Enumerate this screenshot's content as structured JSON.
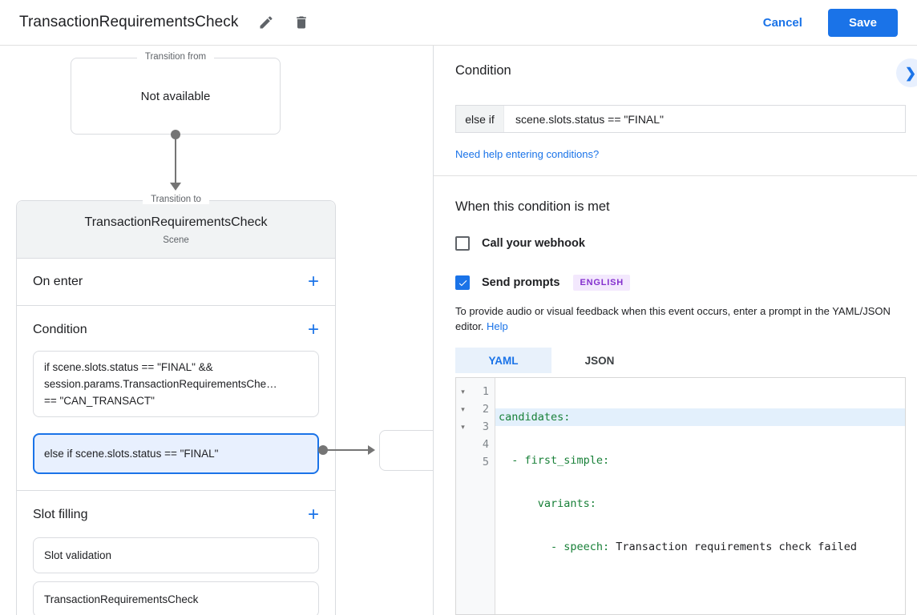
{
  "header": {
    "title": "TransactionRequirementsCheck",
    "edit_icon": "pencil-icon",
    "delete_icon": "trash-icon",
    "cancel_label": "Cancel",
    "save_label": "Save"
  },
  "icons": {
    "add": "+",
    "chevron_right": "❯",
    "fold": "▾"
  },
  "colors": {
    "accent": "#1a73e8",
    "selected_condition_bg": "#e8f0fe",
    "selected_condition_border": "#1a73e8",
    "badge_bg": "#f3e8fd",
    "badge_text": "#8430ce",
    "code_key_green": "#188038",
    "active_line_bg": "#e3f0fc"
  },
  "canvas": {
    "transition_from": {
      "legend": "Transition from",
      "content": "Not available"
    },
    "scene_card": {
      "legend": "Transition to",
      "title": "TransactionRequirementsCheck",
      "subtitle": "Scene",
      "on_enter_label": "On enter",
      "condition_label": "Condition",
      "condition1_lines": [
        "if scene.slots.status == \"FINAL\" &&",
        "session.params.TransactionRequirementsChe…",
        "== \"CAN_TRANSACT\""
      ],
      "condition2_text": "else if scene.slots.status == \"FINAL\"",
      "slot_filling_label": "Slot filling",
      "slots": [
        "Slot validation",
        "TransactionRequirementsCheck"
      ]
    }
  },
  "panel": {
    "title": "Condition",
    "condition": {
      "prefix": "else if",
      "value": "scene.slots.status == \"FINAL\""
    },
    "help_link": "Need help entering conditions?",
    "when_title": "When this condition is met",
    "webhook_label": "Call your webhook",
    "prompts_label": "Send prompts",
    "language_badge": "ENGLISH",
    "description": "To provide audio or visual feedback when this event occurs, enter a prompt in the YAML/JSON editor. ",
    "description_link": "Help",
    "tabs": [
      {
        "label": "YAML",
        "active": true
      },
      {
        "label": "JSON",
        "active": false
      }
    ],
    "editor": {
      "lines": [
        {
          "number": "1",
          "key": "candidates:",
          "value": ""
        },
        {
          "number": "2",
          "key": "  - first_simple:",
          "value": ""
        },
        {
          "number": "3",
          "key": "      variants:",
          "value": ""
        },
        {
          "number": "4",
          "key": "        - speech:",
          "value": " Transaction requirements check failed"
        },
        {
          "number": "5",
          "key": "",
          "value": ""
        }
      ]
    }
  }
}
